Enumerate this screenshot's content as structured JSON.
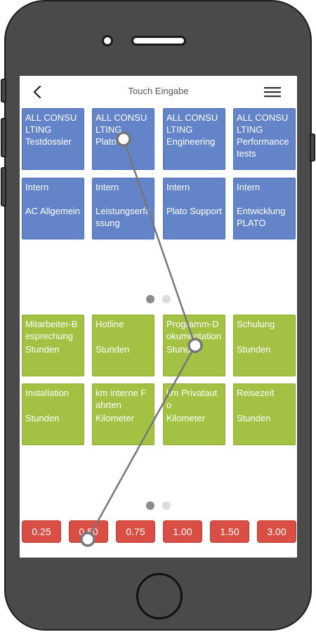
{
  "header": {
    "title": "Touch Eingabe"
  },
  "icons": {
    "back": "chevron-left-icon",
    "menu": "hamburger-menu-icon"
  },
  "projects": [
    {
      "line1": "ALL CONSULTING",
      "line2": "Testdossier"
    },
    {
      "line1": "ALL CONSULTING",
      "line2": "Plato"
    },
    {
      "line1": "ALL CONSULTING",
      "line2": "Engineering"
    },
    {
      "line1": "ALL CONSULTING",
      "line2": "Performance tests"
    },
    {
      "line1": "Intern",
      "line2": "AC Allgemein"
    },
    {
      "line1": "Intern",
      "line2": "Leistungserfassung"
    },
    {
      "line1": "Intern",
      "line2": "Plato Support"
    },
    {
      "line1": "Intern",
      "line2": "Entwicklung PLATO"
    }
  ],
  "activities": [
    {
      "line1": "Mitarbeiter-Besprechung",
      "line2": "Stunden"
    },
    {
      "line1": "Hotline",
      "line2": "Stunden"
    },
    {
      "line1": "Programm-Dokumentation",
      "line2": "Stunden"
    },
    {
      "line1": "Schulung",
      "line2": "Stunden"
    },
    {
      "line1": "Installation",
      "line2": "Stunden"
    },
    {
      "line1": "km interne Fahrten",
      "line2": "Kilometer"
    },
    {
      "line1": "km Privatauto",
      "line2": "Kilometer"
    },
    {
      "line1": "Reisezeit",
      "line2": "Stunden"
    }
  ],
  "pagers": {
    "projects": {
      "count": 2,
      "active": 1
    },
    "activities": {
      "count": 2,
      "active": 1
    }
  },
  "amounts": [
    "0.25",
    "0.50",
    "0.75",
    "1.00",
    "1.50",
    "3.00"
  ],
  "colors": {
    "project_tile": "#6384c8",
    "activity_tile": "#a3c244",
    "amount_button": "#d94f45",
    "gesture_line": "#777777"
  }
}
